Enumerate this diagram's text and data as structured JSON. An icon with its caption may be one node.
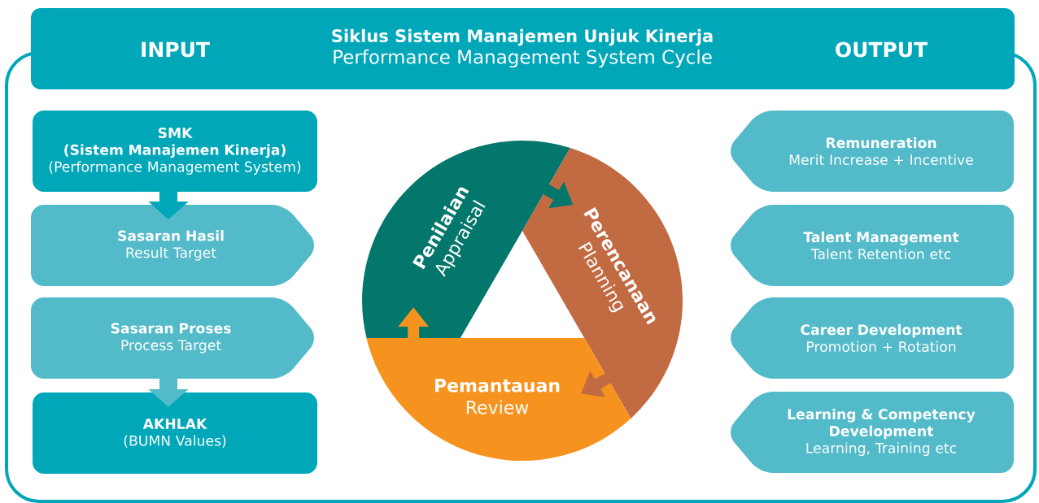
{
  "diagram": {
    "nodes": [
      {
        "text": [
          "INPUT",
          "Siklus Sistem Manajemen Unjuk Kinerja",
          "Performance Management System Cycle",
          "OUTPUT"
        ]
      },
      {
        "text": [
          "SMK",
          "(Sistem Manajemen Kinerja)",
          "(Performance Management System)"
        ]
      },
      {
        "text": [
          "Sasaran Hasil",
          "Result Target"
        ]
      },
      {
        "text": [
          "Sasaran Proses",
          "Process Target"
        ]
      },
      {
        "text": [
          "AKHLAK",
          "(BUMN Values)"
        ]
      },
      {
        "text": [
          "Penilaian",
          "Appraisal"
        ]
      },
      {
        "text": [
          "Perencanaan",
          "Planning"
        ]
      },
      {
        "text": [
          "Pemantauan",
          "Review"
        ]
      },
      {
        "text": [
          "Remuneration",
          "Merit Increase + Incentive"
        ]
      },
      {
        "text": [
          "Talent Management",
          "Talent Retention etc"
        ]
      },
      {
        "text": [
          "Career Development",
          "Promotion + Rotation"
        ]
      },
      {
        "text": [
          "Learning & Competency Development",
          "Learning, Training etc"
        ]
      }
    ],
    "edges": [
      {
        "from": 1,
        "to": 2,
        "arrow": "to",
        "color": "#00a7b9"
      },
      {
        "from": 3,
        "to": 4,
        "arrow": "to",
        "color": "#52bac9"
      },
      {
        "from": 5,
        "to": 6,
        "arrow": "to",
        "color": "#03776b"
      },
      {
        "from": 6,
        "to": 7,
        "arrow": "to",
        "color": "#c26a42"
      },
      {
        "from": 7,
        "to": 5,
        "arrow": "to",
        "color": "#f6931f"
      }
    ]
  }
}
